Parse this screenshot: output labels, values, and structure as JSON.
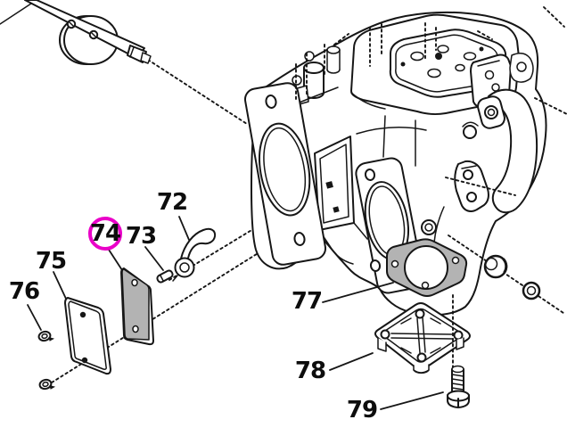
{
  "diagram": {
    "description": "Exploded parts diagram of a carburetor assembly",
    "colors": {
      "background": "#ffffff",
      "line": "#161616",
      "highlight": "#ea00c8",
      "gasket": "#b3b3b3",
      "text": "#0d0d0d"
    },
    "highlighted_part": "74",
    "callouts": [
      {
        "part_number": "72",
        "circled": false
      },
      {
        "part_number": "73",
        "circled": false
      },
      {
        "part_number": "74",
        "circled": true
      },
      {
        "part_number": "75",
        "circled": false
      },
      {
        "part_number": "76",
        "circled": false
      },
      {
        "part_number": "77",
        "circled": false
      },
      {
        "part_number": "78",
        "circled": false
      },
      {
        "part_number": "79",
        "circled": false
      }
    ]
  }
}
